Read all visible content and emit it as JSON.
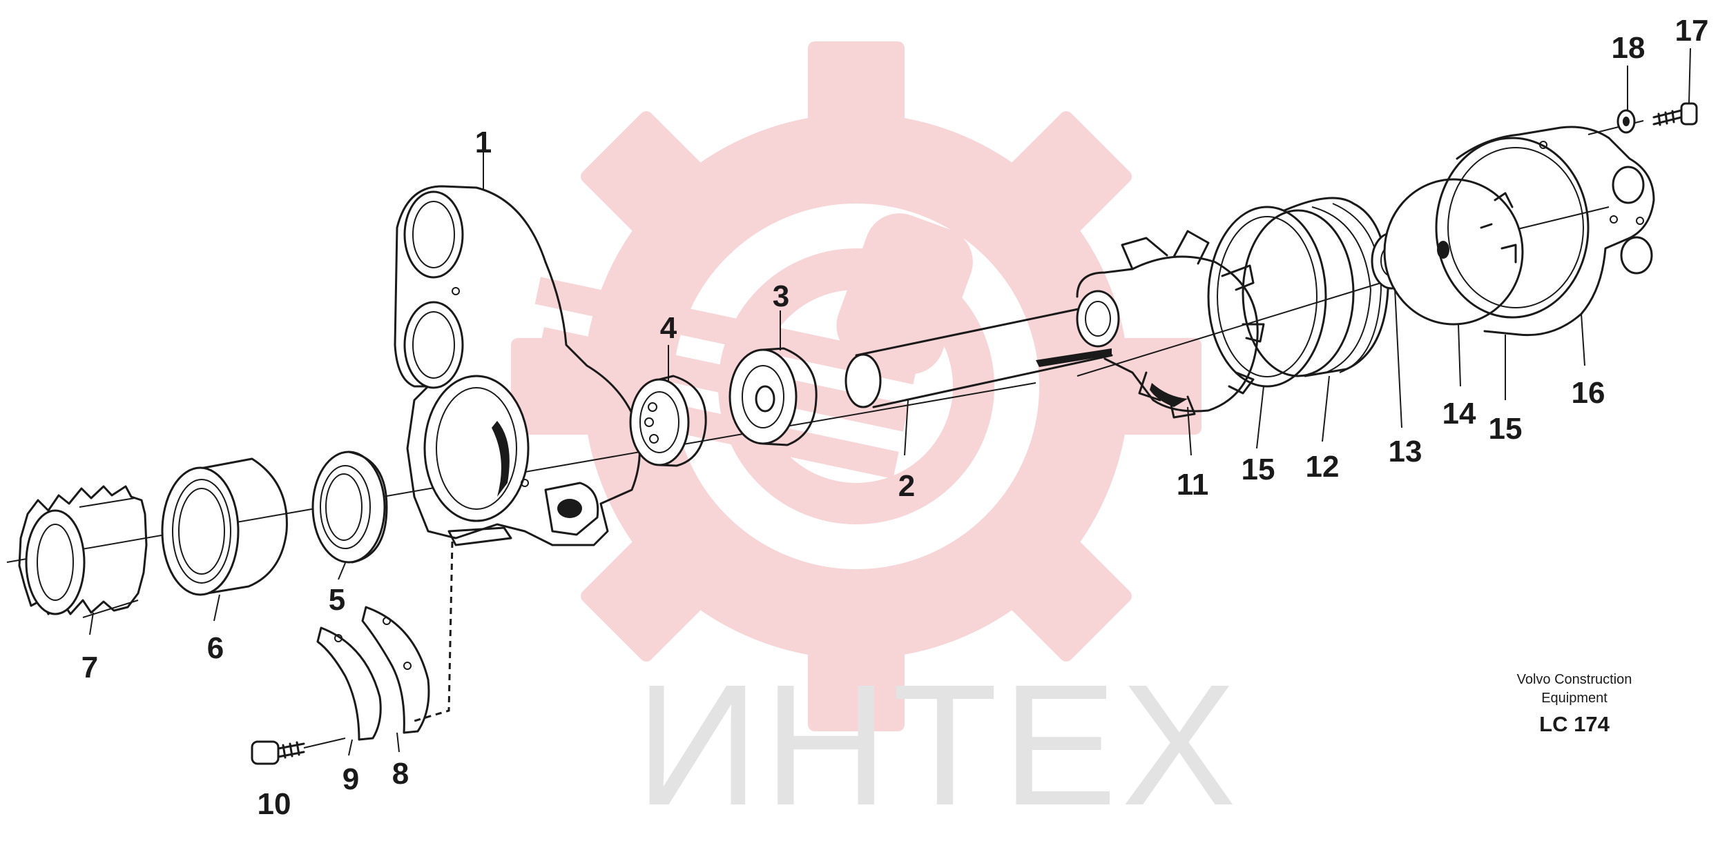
{
  "diagram": {
    "watermark_text": "ИНТЕХ",
    "caption": {
      "line1": "Volvo Construction",
      "line2": "Equipment",
      "code": "LC 174"
    },
    "callouts": [
      "1",
      "2",
      "3",
      "4",
      "5",
      "6",
      "7",
      "8",
      "9",
      "10",
      "11",
      "15",
      "12",
      "13",
      "14",
      "15",
      "16",
      "17",
      "18"
    ],
    "colors": {
      "line": "#1a1a1a",
      "watermark_logo": "#f7d4d6",
      "watermark_text": "#e3e3e3"
    }
  }
}
